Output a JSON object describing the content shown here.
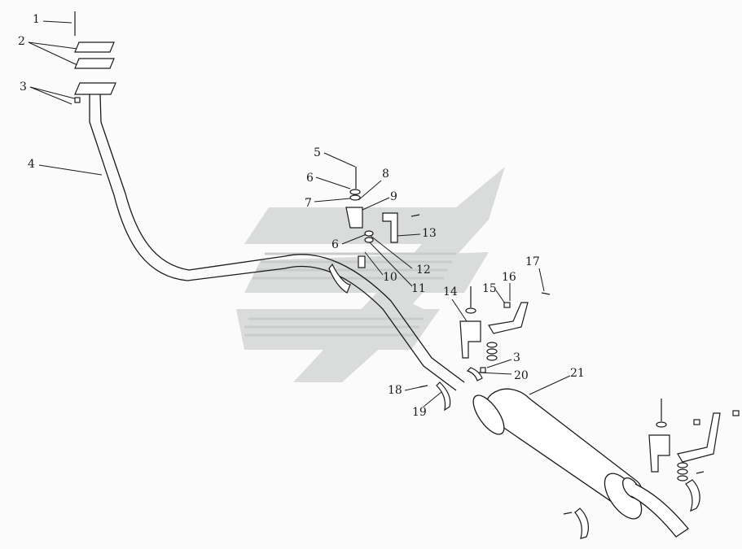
{
  "diagram": {
    "callouts": [
      "1",
      "2",
      "3",
      "4",
      "5",
      "6",
      "7",
      "8",
      "9",
      "6",
      "13",
      "10",
      "12",
      "11",
      "14",
      "15",
      "16",
      "17",
      "3",
      "20",
      "21",
      "18",
      "19"
    ]
  }
}
